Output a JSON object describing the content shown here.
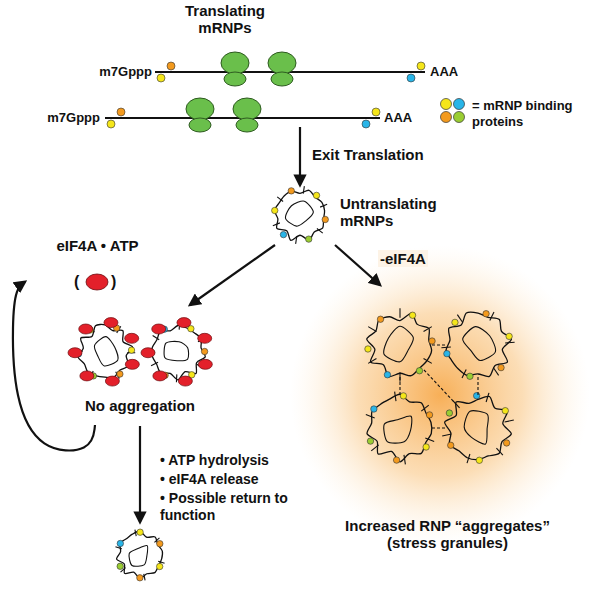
{
  "diagram": {
    "nodes": [
      {
        "text": [
          "Translating mRNPs"
        ]
      },
      {
        "text": [
          "Untranslating mRNPs"
        ]
      },
      {
        "text": [
          "eIF4A • ATP"
        ]
      },
      {
        "text": [
          "No aggregation"
        ]
      },
      {
        "text": [
          "Increased RNP “aggregates” (stress granules)"
        ]
      }
    ],
    "edges": [
      {
        "from": 0,
        "to": 1,
        "arrow": "to",
        "label": "Exit Translation"
      },
      {
        "from": 1,
        "to": 3,
        "arrow": "to"
      },
      {
        "from": 1,
        "to": 4,
        "arrow": "to",
        "label": "-eIF4A"
      },
      {
        "from": 3,
        "to": 2,
        "arrow": "to"
      }
    ],
    "labels": [
      "m7Gppp",
      "AAA",
      "m7Gppp",
      "AAA",
      "(",
      ")",
      "• ATP hydrolysis",
      "• eIF4A release",
      "• Possible return to function"
    ],
    "legend": [
      {
        "text": "= mRNP binding proteins"
      }
    ]
  }
}
